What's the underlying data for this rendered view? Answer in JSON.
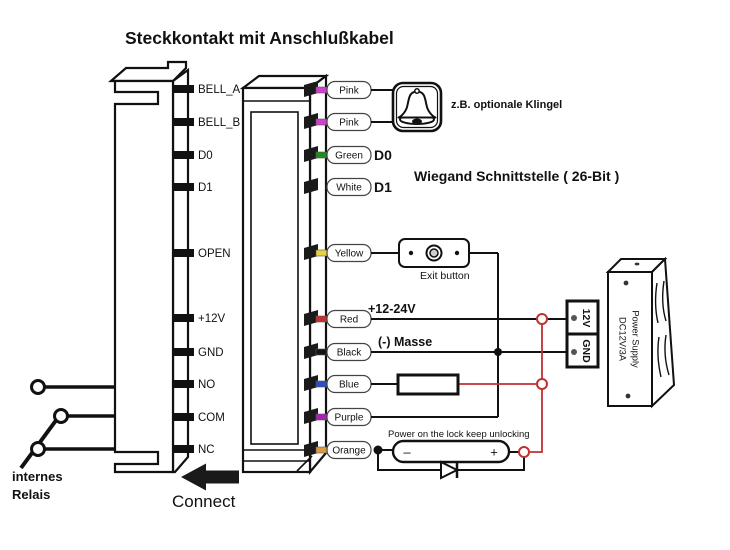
{
  "title": "Steckkontakt mit Anschlußkabel",
  "pins": [
    {
      "name": "BELL_A",
      "wire": "Pink",
      "color": "#d23fd2"
    },
    {
      "name": "BELL_B",
      "wire": "Pink",
      "color": "#d23fd2"
    },
    {
      "name": "D0",
      "wire": "Green",
      "color": "#1f8c1f"
    },
    {
      "name": "D1",
      "wire": "White",
      "color": "#ffffff"
    },
    {
      "name": "OPEN",
      "wire": "Yellow",
      "color": "#e8d23f"
    },
    {
      "name": "+12V",
      "wire": "Red",
      "color": "#c23030"
    },
    {
      "name": "GND",
      "wire": "Black",
      "color": "#141414"
    },
    {
      "name": "NO",
      "wire": "Blue",
      "color": "#2a4fc2"
    },
    {
      "name": "COM",
      "wire": "Purple",
      "color": "#a822b0"
    },
    {
      "name": "NC",
      "wire": "Orange",
      "color": "#dc9a46"
    }
  ],
  "labels": {
    "bell_note": "z.B. optionale Klingel",
    "wiegand": "Wiegand Schnittstelle ( 26-Bit )",
    "d0_bold": "D0",
    "d1_bold": "D1",
    "exit_button": "Exit button",
    "plus_supply": "+12-24V",
    "minus_supply": "(-) Masse",
    "lock_note": "Power on the lock keep unlocking",
    "lock_minus": "–",
    "lock_plus": "+",
    "relais_line1": "internes",
    "relais_line2": "Relais",
    "connect": "Connect"
  },
  "power_supply": {
    "name_line1": "DC12V/3A",
    "name_line2": "Power Supply",
    "terminal_top": "12V",
    "terminal_bottom": "GND"
  },
  "colors": {
    "wire_black": "#111111",
    "wire_red_line": "#c23030"
  }
}
